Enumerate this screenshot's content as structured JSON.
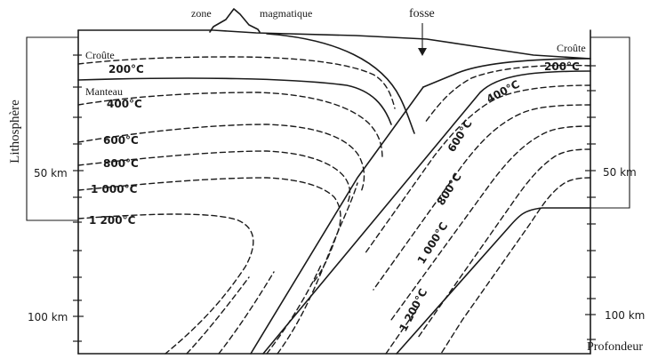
{
  "labels": {
    "zone": "zone",
    "magmatique": "magmatique",
    "fosse": "fosse",
    "croute_left": "Croûte",
    "croute_right": "Croûte",
    "manteau": "Manteau",
    "lithosphere": "Lithosphère",
    "profondeur": "Profondeur",
    "km50_left": "50 km",
    "km50_right": "50 km",
    "km100_left": "100 km",
    "km100_right": "100 km"
  },
  "isotherms_left": {
    "t200": "200°C",
    "t400": "400°C",
    "t600": "600°C",
    "t800": "800°C",
    "t1000": "1 000°C",
    "t1200": "1 200°C"
  },
  "isotherms_slab": {
    "t200": "200°C",
    "t400": "400°C",
    "t600": "600°C",
    "t800": "800°C",
    "t1000": "1 000°C",
    "t1200": "1 200°C"
  }
}
